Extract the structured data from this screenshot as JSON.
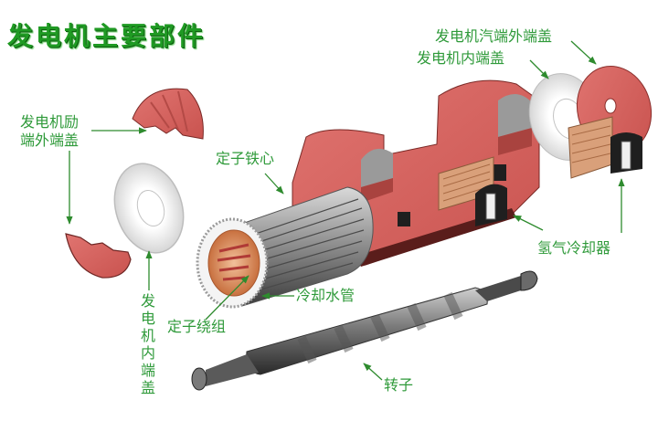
{
  "title": "发电机主要部件",
  "labels": {
    "turbine_outer_end_cover": "发电机汽端外端盖",
    "inner_end_cover_right": "发电机内端盖",
    "exciter_outer_end_cover": "发电机励端外端盖",
    "exciter_outer_end_cover_line1": "发电机励",
    "exciter_outer_end_cover_line2": "端外端盖",
    "stator_core": "定子铁心",
    "hydrogen_cooler": "氢气冷却器",
    "cooling_water_pipe": "冷却水管",
    "stator_winding": "定子绕组",
    "inner_end_cover_left": "发电机内端盖",
    "rotor": "转子"
  },
  "colors": {
    "label_green": "#2f9a3a",
    "title_green": "#1f9a23",
    "arrow_green": "#2e8b2e",
    "casing_red": "#d9625e",
    "casing_dark": "#8a2f2c",
    "cover_white": "#ececec",
    "core_gray": "#9a9a9a",
    "winding_copper": "#d98a55"
  }
}
